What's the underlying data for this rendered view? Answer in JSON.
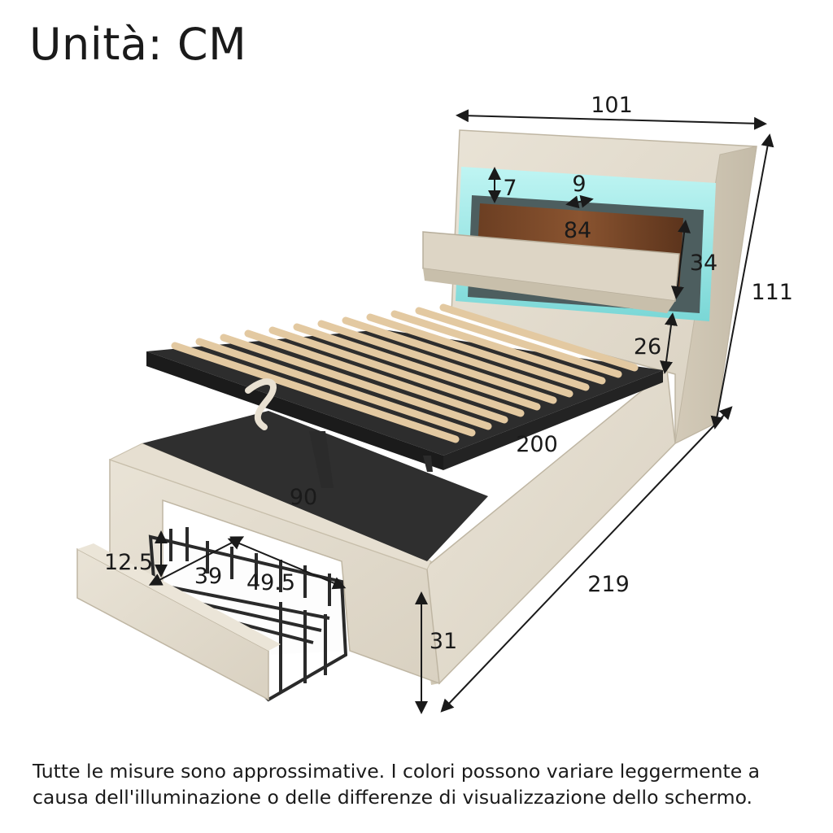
{
  "title": "Unità: CM",
  "dimensions": {
    "width": "101",
    "height": "111",
    "length": "219",
    "headboard_light_height": "7",
    "shelf_depth": "9",
    "shelf_width": "84",
    "shelf_height": "34",
    "side_height": "26",
    "slat_length": "200",
    "slat_width": "90",
    "drawer_height": "12.5",
    "drawer_depth": "39",
    "drawer_width": "49.5",
    "frame_height": "31"
  },
  "footer": {
    "line1": "Tutte le misure sono approssimative. I colori possono variare leggermente a",
    "line2": "causa dell'illuminazione o delle differenze di  visualizzazione dello schermo."
  }
}
